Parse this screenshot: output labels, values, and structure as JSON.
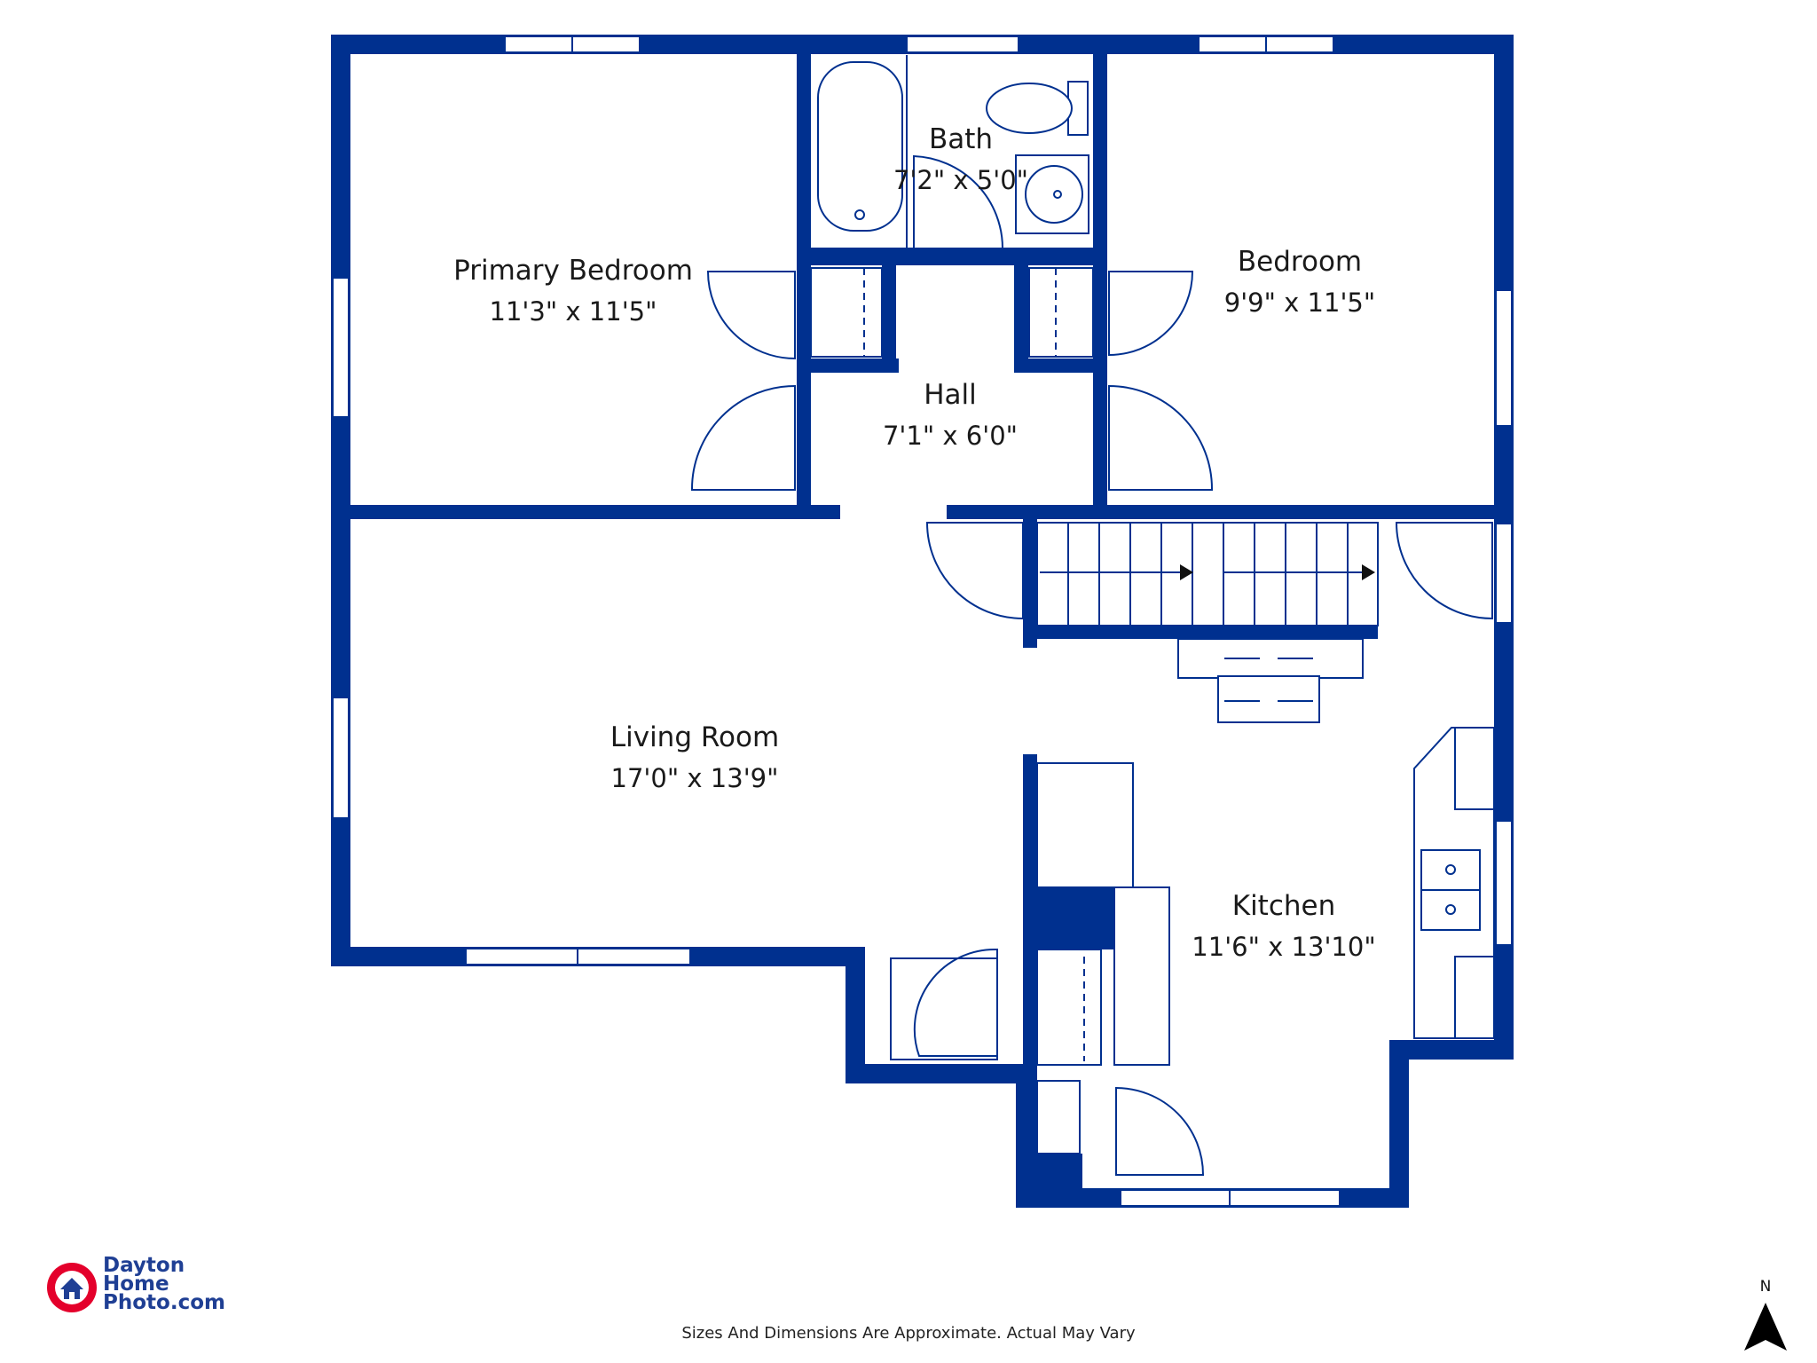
{
  "colors": {
    "wall": "#00308F",
    "line": "#00308F",
    "logo_red": "#E4002B",
    "logo_blue": "#1F3F94"
  },
  "rooms": [
    {
      "id": "primary-bedroom",
      "name": "Primary Bedroom",
      "dims": "11'3\" x 11'5\""
    },
    {
      "id": "bath",
      "name": "Bath",
      "dims": "7'2\" x 5'0\""
    },
    {
      "id": "bedroom",
      "name": "Bedroom",
      "dims": "9'9\" x 11'5\""
    },
    {
      "id": "hall",
      "name": "Hall",
      "dims": "7'1\" x 6'0\""
    },
    {
      "id": "living-room",
      "name": "Living Room",
      "dims": "17'0\" x 13'9\""
    },
    {
      "id": "kitchen",
      "name": "Kitchen",
      "dims": "11'6\" x 13'10\""
    }
  ],
  "logo": {
    "line1": "Dayton",
    "line2": "Home",
    "line3": "Photo.com"
  },
  "compass": {
    "label": "N"
  },
  "footer": {
    "disclaimer": "Sizes And Dimensions Are Approximate. Actual May Vary"
  }
}
